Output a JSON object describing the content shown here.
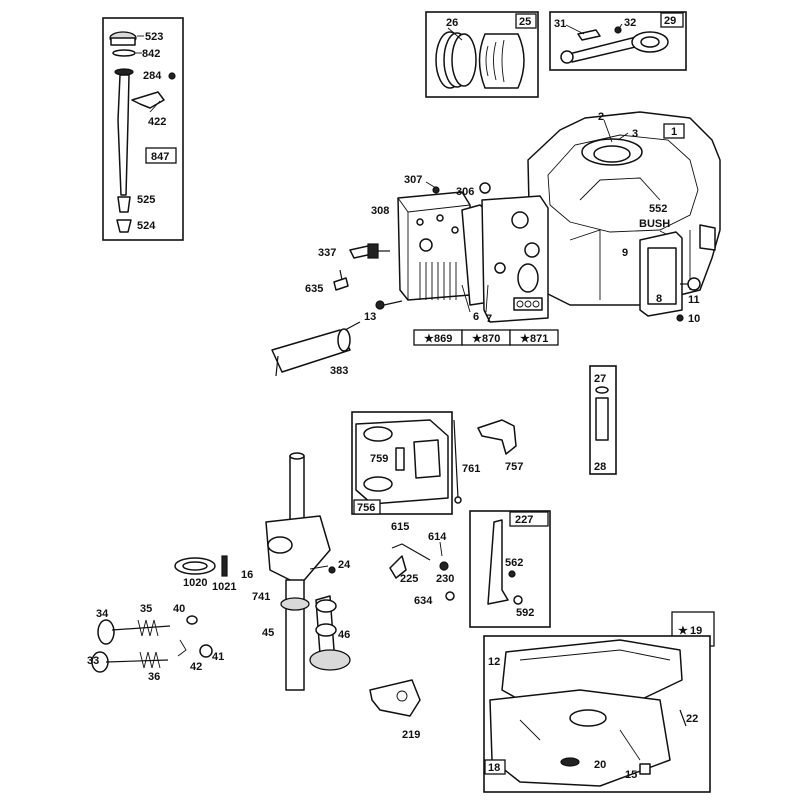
{
  "diagram": {
    "callouts": {
      "p523": "523",
      "p842": "842",
      "p284": "284",
      "p422": "422",
      "p847": "847",
      "p525": "525",
      "p524": "524",
      "p26": "26",
      "p25": "25",
      "p31": "31",
      "p32": "32",
      "p29": "29",
      "p2": "2",
      "p3": "3",
      "p1": "1",
      "p307": "307",
      "p306": "306",
      "p308": "308",
      "p552": "552",
      "bush": "BUSH",
      "p337": "337",
      "p635": "635",
      "p13": "13",
      "p6": "6",
      "p7": "7",
      "p9": "9",
      "p8": "8",
      "p11": "11",
      "p10": "10",
      "p869": "869",
      "p870": "870",
      "p871": "871",
      "p383": "383",
      "p27": "27",
      "p28": "28",
      "p759": "759",
      "p761": "761",
      "p757": "757",
      "p756": "756",
      "p1020": "1020",
      "p1021": "1021",
      "p16": "16",
      "p24": "24",
      "p741": "741",
      "p45": "45",
      "p46": "46",
      "p34": "34",
      "p35": "35",
      "p40": "40",
      "p33": "33",
      "p36": "36",
      "p42": "42",
      "p41": "41",
      "p615": "615",
      "p614": "614",
      "p225": "225",
      "p230": "230",
      "p634": "634",
      "p227": "227",
      "p562": "562",
      "p592": "592",
      "p19": "19",
      "p12": "12",
      "p22": "22",
      "p18": "18",
      "p20": "20",
      "p15": "15",
      "p219": "219"
    }
  }
}
